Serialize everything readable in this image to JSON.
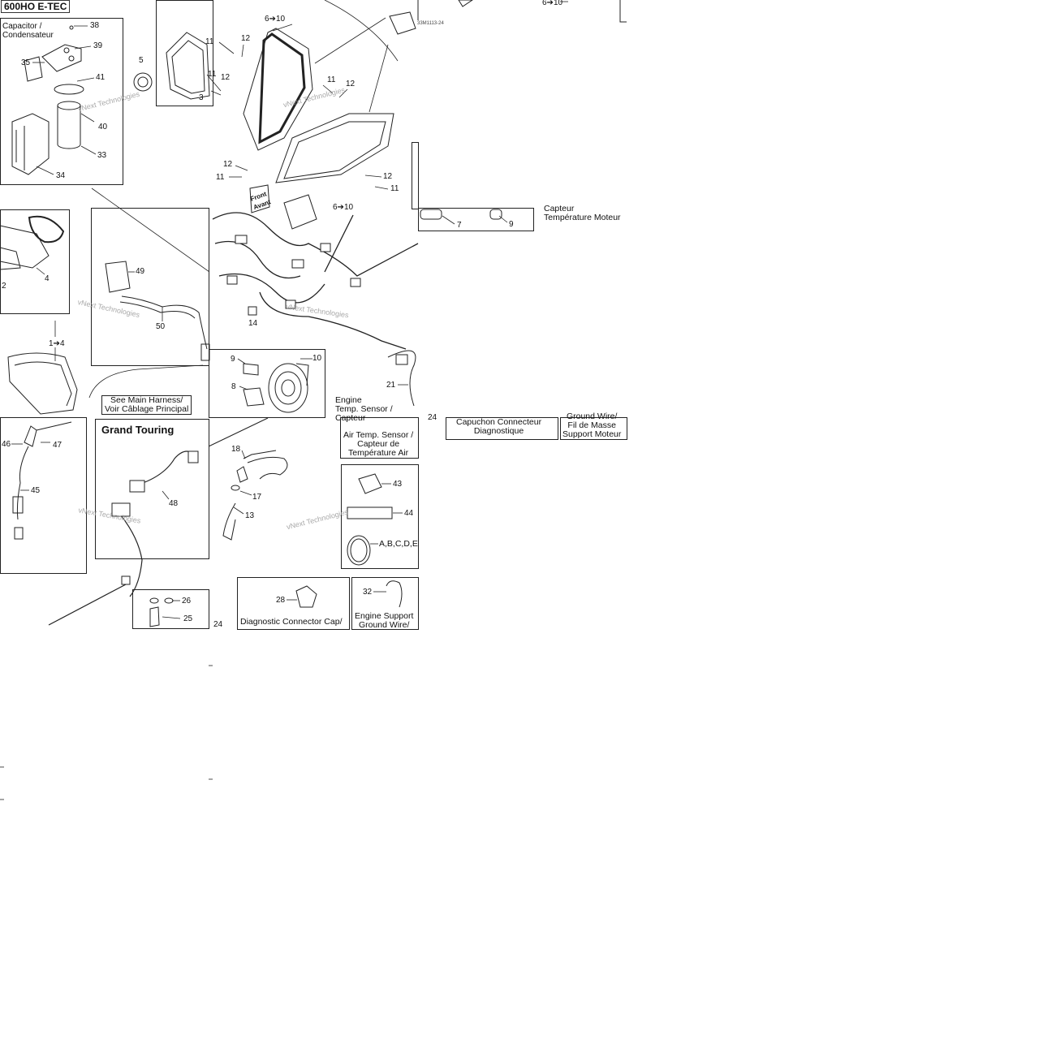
{
  "labels": {
    "model": "600HO E-TEC",
    "grand_touring": "Grand Touring",
    "capacitor": "Capacitor /\nCondensateur",
    "see_main_harness": "See Main Harness/\nVoir Câblage Principal",
    "engine_temp_sensor": "Engine\nTemp. Sensor /\nCapteur",
    "capteur_temp_moteur": "Capteur\nTempérature Moteur",
    "air_temp_sensor": "Air Temp. Sensor /\nCapteur de\nTempérature Air",
    "diagnostic_cap": "Diagnostic Connector Cap/",
    "capuchon_diag": "Capuchon Connecteur\nDiagnostique",
    "engine_support_ground": "Engine Support\nGround Wire/",
    "ground_wire_fr": "Ground Wire/\nFil de Masse\nSupport Moteur",
    "front_avant": "Front\nAvant",
    "doc_ref": "33M1113-24",
    "watermark": "vNext Technologies",
    "abcde": "A,B,C,D,E"
  },
  "callouts": {
    "c38": "38",
    "c39": "39",
    "c35": "35",
    "c41": "41",
    "c40": "40",
    "c33": "33",
    "c34": "34",
    "c5": "5",
    "c3": "3",
    "c11a": "11",
    "c12a": "12",
    "c11b": "11",
    "c12b": "12",
    "c6to10a": "6➔10",
    "c6to10b": "6➔10",
    "c6to10c": "6➔10",
    "c11c": "11",
    "c12c": "12",
    "c12d": "12",
    "c11d": "11",
    "c12e": "12",
    "c11e": "11",
    "c2": "2",
    "c4": "4",
    "c49": "49",
    "c50": "50",
    "c14": "14",
    "c1to4": "1➔4",
    "c7": "7",
    "c9a": "9",
    "c9b": "9",
    "c10": "10",
    "c8": "8",
    "c21": "21",
    "c46": "46",
    "c47": "47",
    "c45": "45",
    "c48": "48",
    "c18": "18",
    "c17": "17",
    "c13": "13",
    "c43": "43",
    "c44": "44",
    "c26": "26",
    "c25": "25",
    "c24a": "24",
    "c24b": "24",
    "c28": "28",
    "c32": "32"
  }
}
